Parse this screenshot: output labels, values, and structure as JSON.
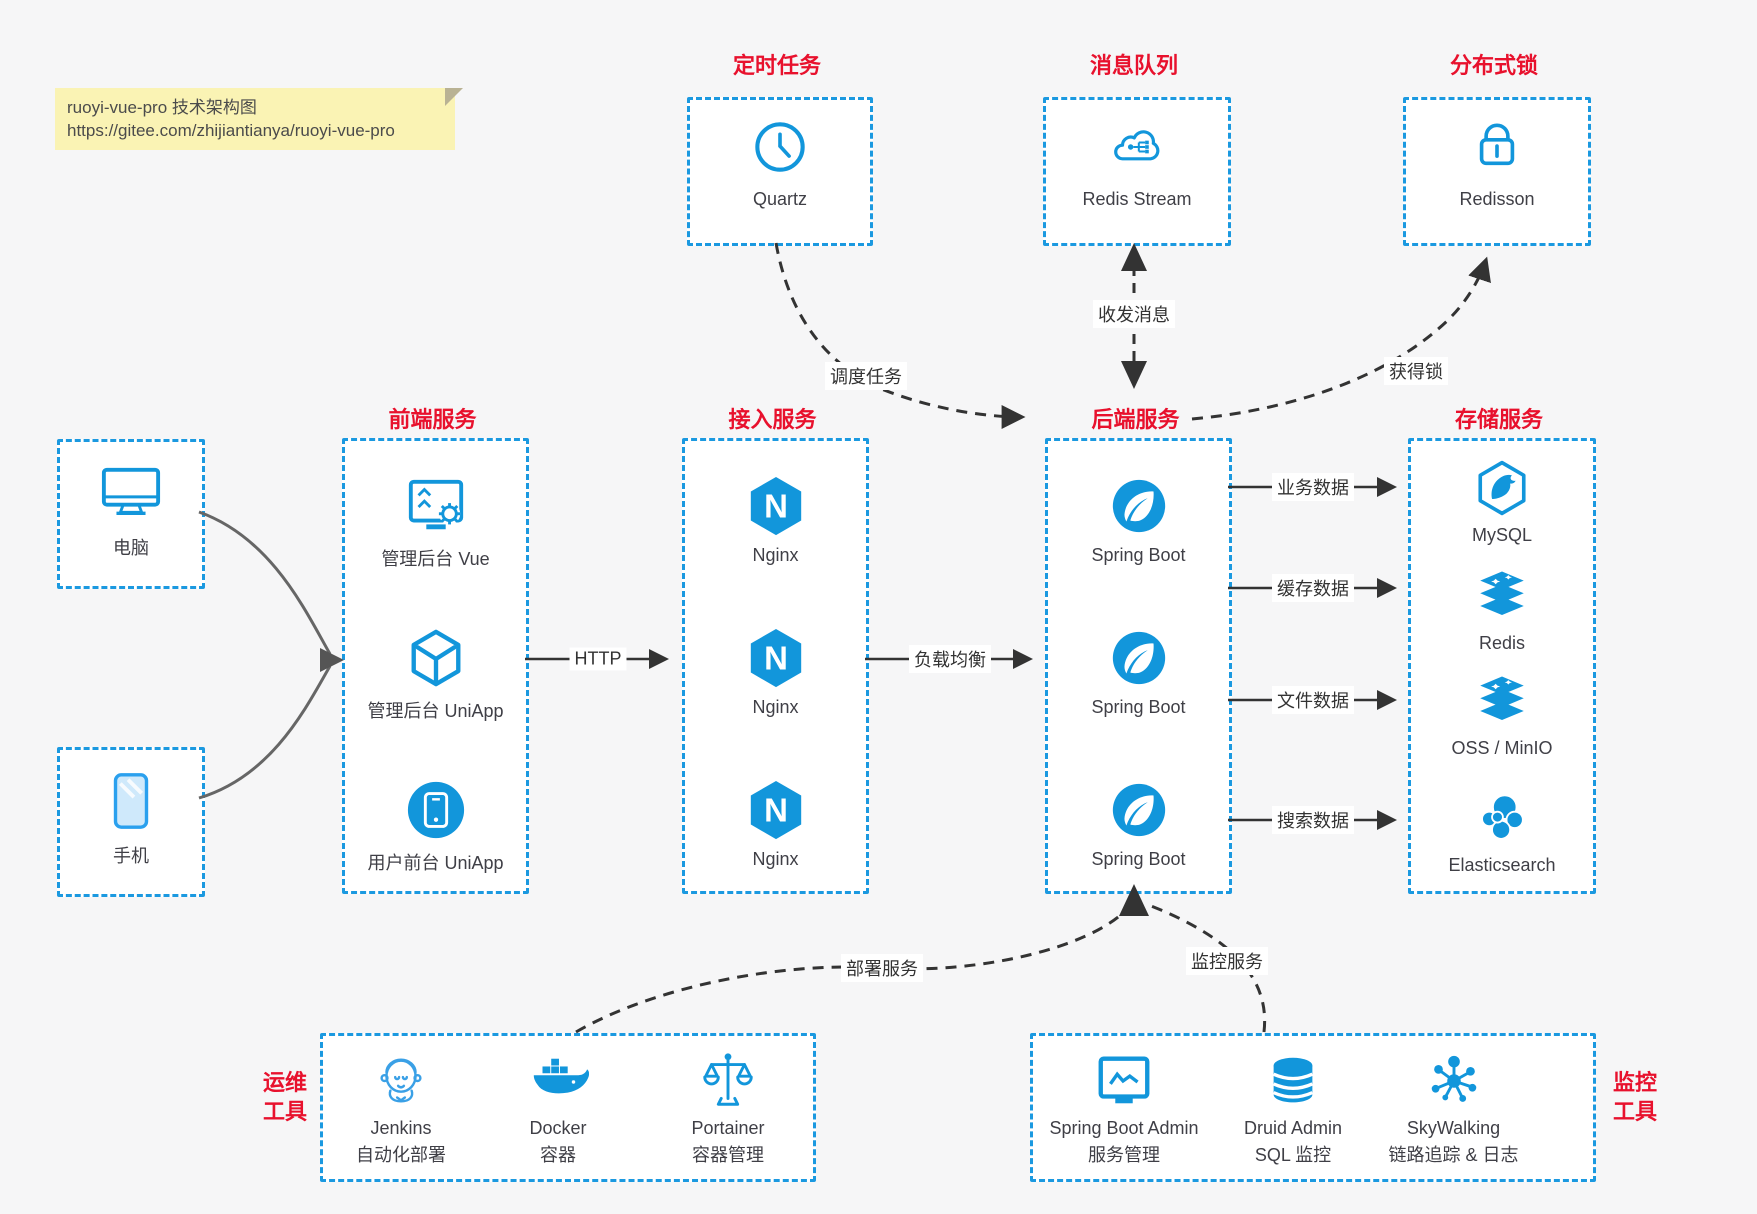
{
  "note": {
    "line1": "ruoyi-vue-pro 技术架构图",
    "line2": "https://gitee.com/zhijiantianya/ruoyi-vue-pro"
  },
  "groups": {
    "scheduler": {
      "title": "定时任务",
      "item": {
        "label": "Quartz",
        "icon": "clock-icon"
      }
    },
    "mq": {
      "title": "消息队列",
      "item": {
        "label": "Redis Stream",
        "icon": "cloud-share-icon"
      }
    },
    "lock": {
      "title": "分布式锁",
      "item": {
        "label": "Redisson",
        "icon": "lock-icon"
      }
    },
    "clients": {
      "computer": {
        "label": "电脑",
        "icon": "desktop-icon"
      },
      "phone": {
        "label": "手机",
        "icon": "smartphone-icon"
      }
    },
    "frontend": {
      "title": "前端服务",
      "items": [
        {
          "label": "管理后台 Vue",
          "icon": "admin-dashboard-icon"
        },
        {
          "label": "管理后台 UniApp",
          "icon": "uniapp-cube-icon"
        },
        {
          "label": "用户前台 UniApp",
          "icon": "mobile-app-icon"
        }
      ]
    },
    "gateway": {
      "title": "接入服务",
      "items": [
        {
          "label": "Nginx",
          "icon": "nginx-icon"
        },
        {
          "label": "Nginx",
          "icon": "nginx-icon"
        },
        {
          "label": "Nginx",
          "icon": "nginx-icon"
        }
      ]
    },
    "backend": {
      "title": "后端服务",
      "items": [
        {
          "label": "Spring Boot",
          "icon": "spring-boot-icon"
        },
        {
          "label": "Spring Boot",
          "icon": "spring-boot-icon"
        },
        {
          "label": "Spring Boot",
          "icon": "spring-boot-icon"
        }
      ]
    },
    "storage": {
      "title": "存储服务",
      "items": [
        {
          "label": "MySQL",
          "icon": "mysql-icon"
        },
        {
          "label": "Redis",
          "icon": "redis-icon"
        },
        {
          "label": "OSS / MinIO",
          "icon": "oss-minio-icon"
        },
        {
          "label": "Elasticsearch",
          "icon": "elasticsearch-icon"
        }
      ]
    },
    "devops": {
      "title_line1": "运维",
      "title_line2": "工具",
      "items": [
        {
          "label": "Jenkins",
          "sublabel": "自动化部署",
          "icon": "jenkins-icon"
        },
        {
          "label": "Docker",
          "sublabel": "容器",
          "icon": "docker-icon"
        },
        {
          "label": "Portainer",
          "sublabel": "容器管理",
          "icon": "portainer-icon"
        }
      ]
    },
    "monitoring": {
      "title_line1": "监控",
      "title_line2": "工具",
      "items": [
        {
          "label": "Spring Boot Admin",
          "sublabel": "服务管理",
          "icon": "spring-boot-admin-icon"
        },
        {
          "label": "Druid Admin",
          "sublabel": "SQL 监控",
          "icon": "druid-icon"
        },
        {
          "label": "SkyWalking",
          "sublabel": "链路追踪 & 日志",
          "icon": "skywalking-icon"
        }
      ]
    }
  },
  "edges": {
    "http": "HTTP",
    "load_balance": "负载均衡",
    "business_data": "业务数据",
    "cache_data": "缓存数据",
    "file_data": "文件数据",
    "search_data": "搜索数据",
    "schedule_task": "调度任务",
    "messaging": "收发消息",
    "acquire_lock": "获得锁",
    "deploy": "部署服务",
    "monitor": "监控服务"
  },
  "colors": {
    "accent": "#1296db",
    "title_red": "#e8112d",
    "arrow": "#333333",
    "note_bg": "#faf3b4"
  }
}
